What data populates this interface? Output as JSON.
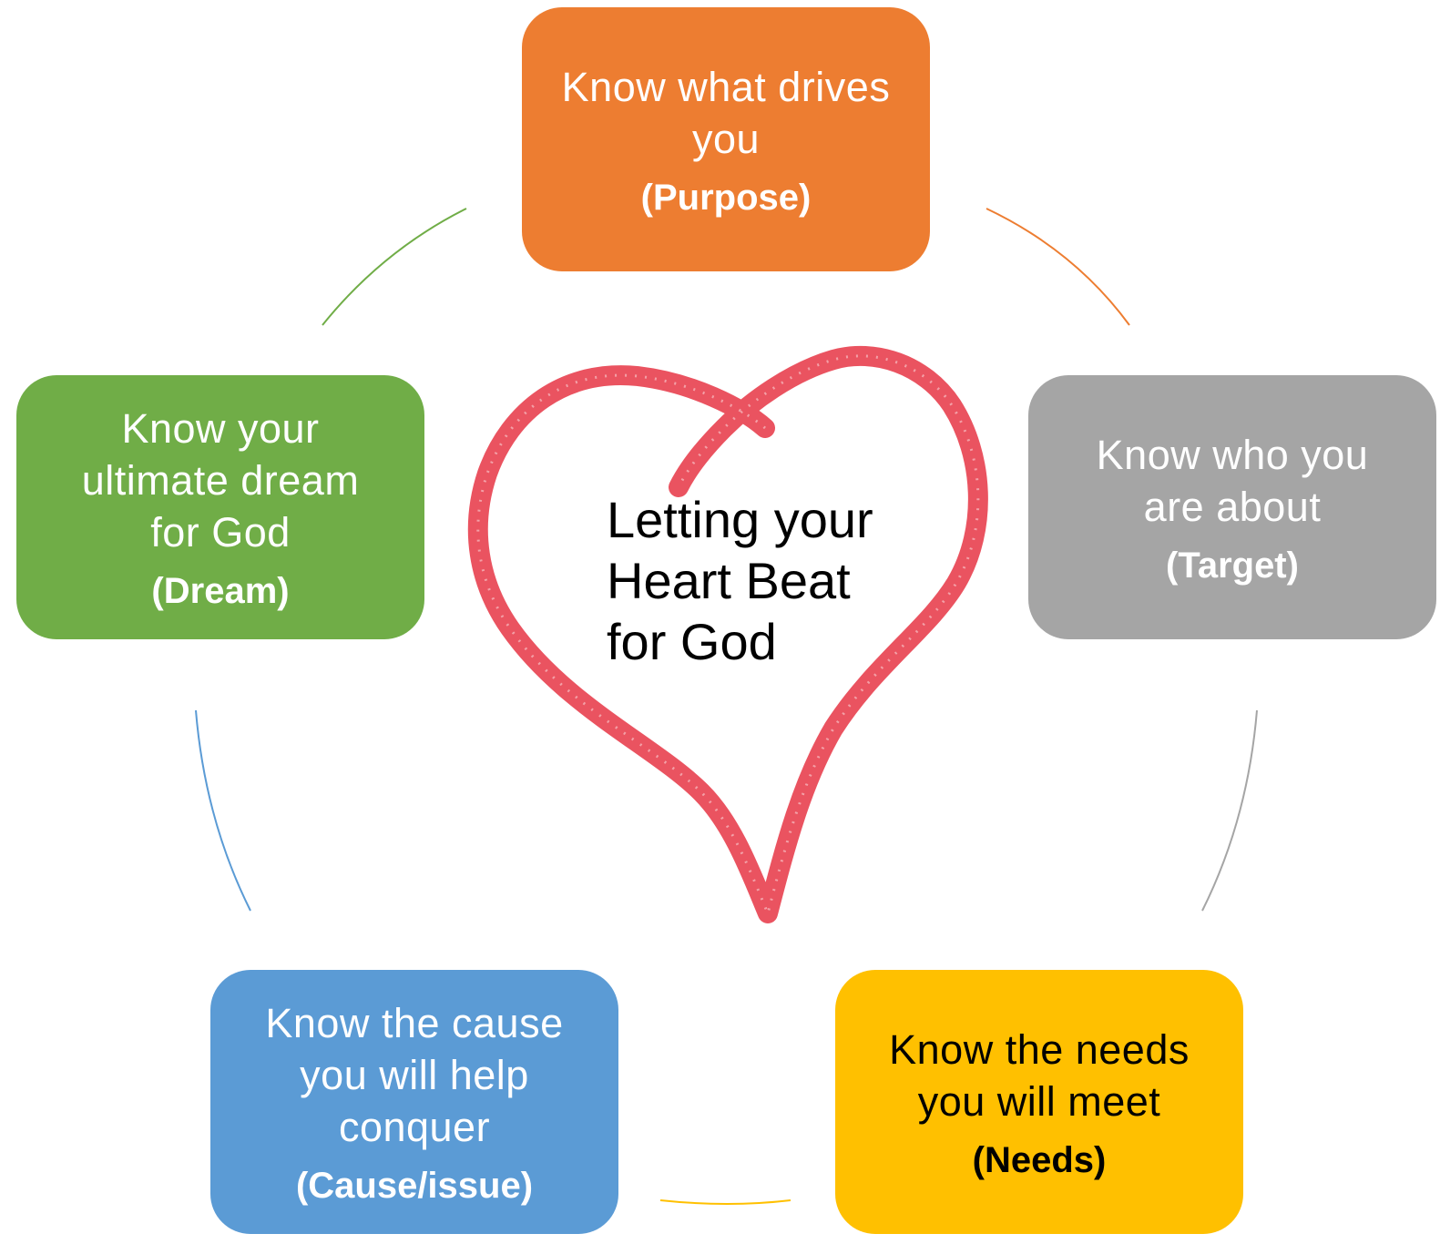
{
  "diagram": {
    "center": {
      "lines": [
        "Letting your",
        "Heart Beat",
        "for God"
      ],
      "heart_color": "#e8404f"
    },
    "nodes": [
      {
        "id": "purpose",
        "lines": [
          "Know what drives",
          "you"
        ],
        "tag": "(Purpose)",
        "color": "#ed7d31",
        "text_color": "#ffffff"
      },
      {
        "id": "target",
        "lines": [
          "Know who you",
          "are about"
        ],
        "tag": "(Target)",
        "color": "#a5a5a5",
        "text_color": "#ffffff"
      },
      {
        "id": "needs",
        "lines": [
          "Know the needs",
          "you will meet"
        ],
        "tag": "(Needs)",
        "color": "#ffc000",
        "text_color": "#000000"
      },
      {
        "id": "cause",
        "lines": [
          "Know the cause",
          "you will help",
          "conquer"
        ],
        "tag": "(Cause/issue)",
        "color": "#5b9bd5",
        "text_color": "#ffffff"
      },
      {
        "id": "dream",
        "lines": [
          "Know your",
          "ultimate dream",
          "for God"
        ],
        "tag": "(Dream)",
        "color": "#70ad47",
        "text_color": "#ffffff"
      }
    ],
    "connector_colors": {
      "purpose_to_target": "#ed7d31",
      "target_to_needs": "#a5a5a5",
      "needs_to_cause": "#ffc000",
      "cause_to_dream": "#5b9bd5",
      "dream_to_purpose": "#70ad47"
    }
  }
}
